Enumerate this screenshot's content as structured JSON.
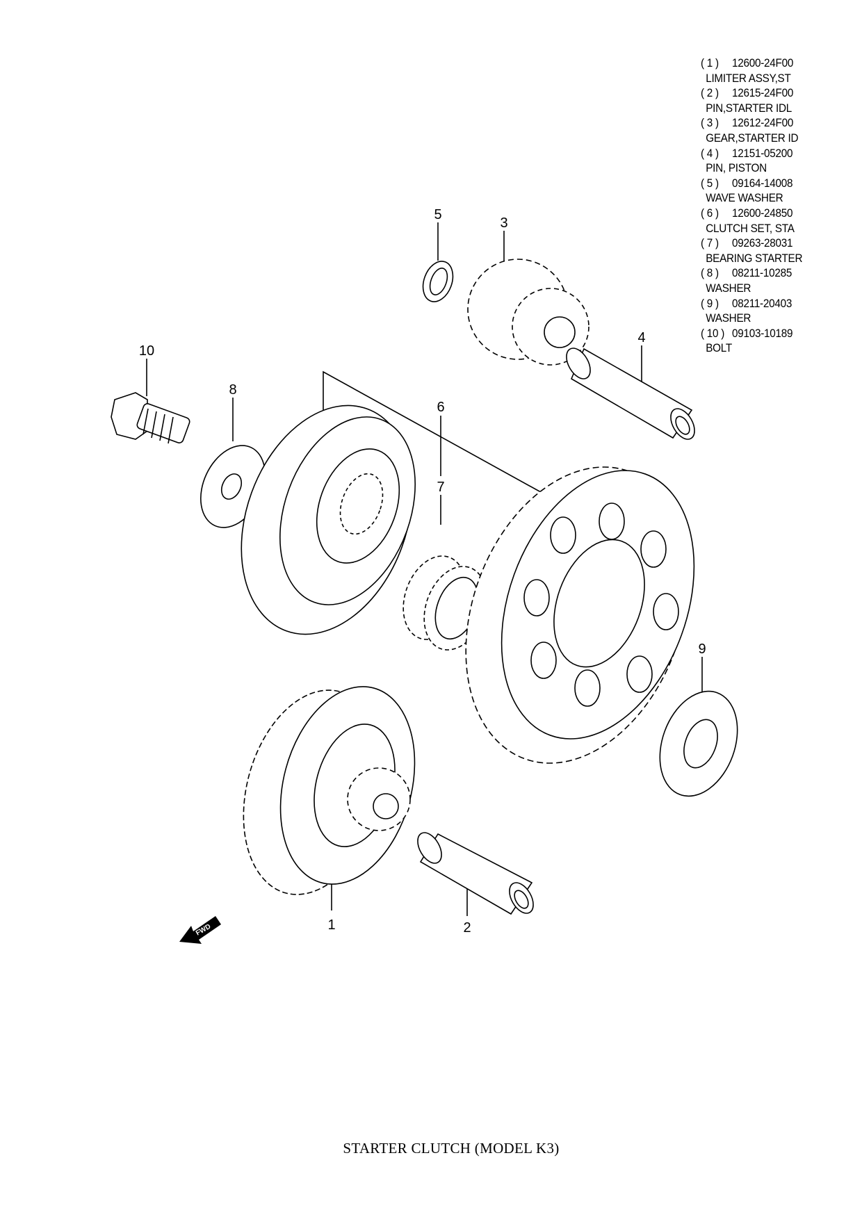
{
  "title": "STARTER CLUTCH (MODEL K3)",
  "fwd_label": "FWD",
  "callouts": [
    "1",
    "2",
    "3",
    "4",
    "5",
    "6",
    "7",
    "8",
    "9",
    "10"
  ],
  "parts": [
    {
      "num": "( 1 )",
      "part_no": "12600-24F00",
      "name": "LIMITER ASSY,ST"
    },
    {
      "num": "( 2 )",
      "part_no": "12615-24F00",
      "name": "PIN,STARTER IDL"
    },
    {
      "num": "( 3 )",
      "part_no": "12612-24F00",
      "name": "GEAR,STARTER ID"
    },
    {
      "num": "( 4 )",
      "part_no": "12151-05200",
      "name": "PIN, PISTON"
    },
    {
      "num": "( 5 )",
      "part_no": "09164-14008",
      "name": "WAVE WASHER"
    },
    {
      "num": "( 6 )",
      "part_no": "12600-24850",
      "name": "CLUTCH SET, STA"
    },
    {
      "num": "( 7 )",
      "part_no": "09263-28031",
      "name": "BEARING STARTER"
    },
    {
      "num": "( 8 )",
      "part_no": "08211-10285",
      "name": "WASHER"
    },
    {
      "num": "( 9 )",
      "part_no": "08211-20403",
      "name": "WASHER"
    },
    {
      "num": "( 10 )",
      "part_no": "09103-10189",
      "name": "BOLT"
    }
  ]
}
